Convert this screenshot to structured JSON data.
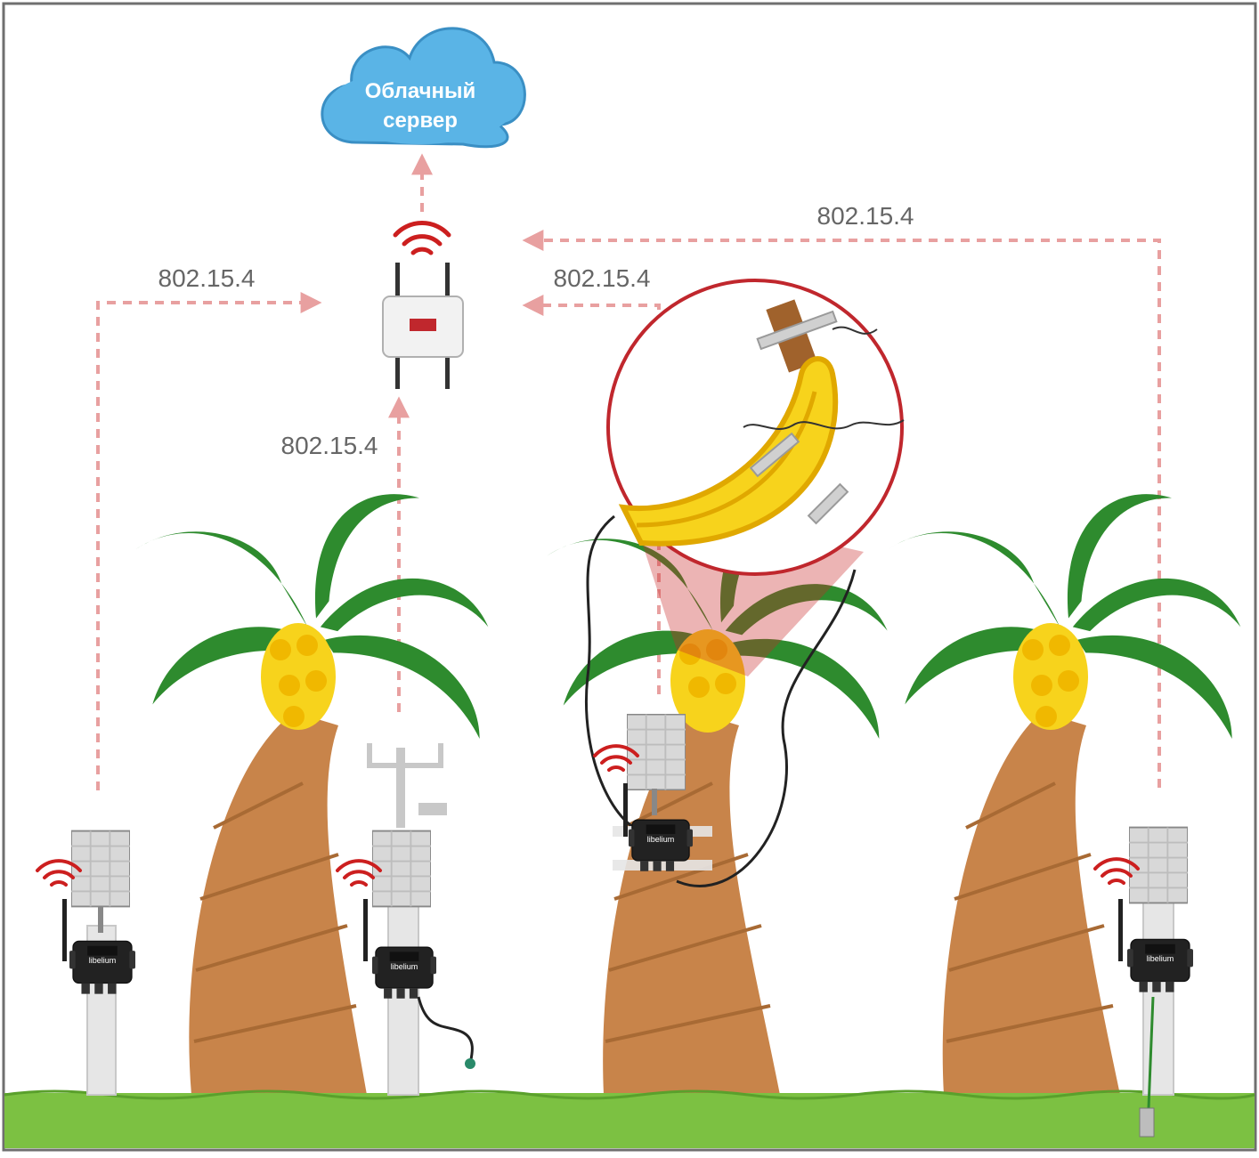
{
  "cloud": {
    "line1": "Облачный",
    "line2": "сервер"
  },
  "links": [
    {
      "id": "left",
      "label": "802.15.4"
    },
    {
      "id": "weather",
      "label": "802.15.4"
    },
    {
      "id": "center",
      "label": "802.15.4"
    },
    {
      "id": "right",
      "label": "802.15.4"
    }
  ],
  "device_badge": "libelium",
  "colors": {
    "link_arrow": "#e8a0a0",
    "signal": "#cc1f1f",
    "cloud": "#5ab4e6",
    "leaves": "#2e8b2e",
    "trunk": "#c8844a",
    "banana": "#f7d31c",
    "grass": "#7cc142",
    "node_box": "#222222",
    "magnifier_border": "#c0272d"
  }
}
